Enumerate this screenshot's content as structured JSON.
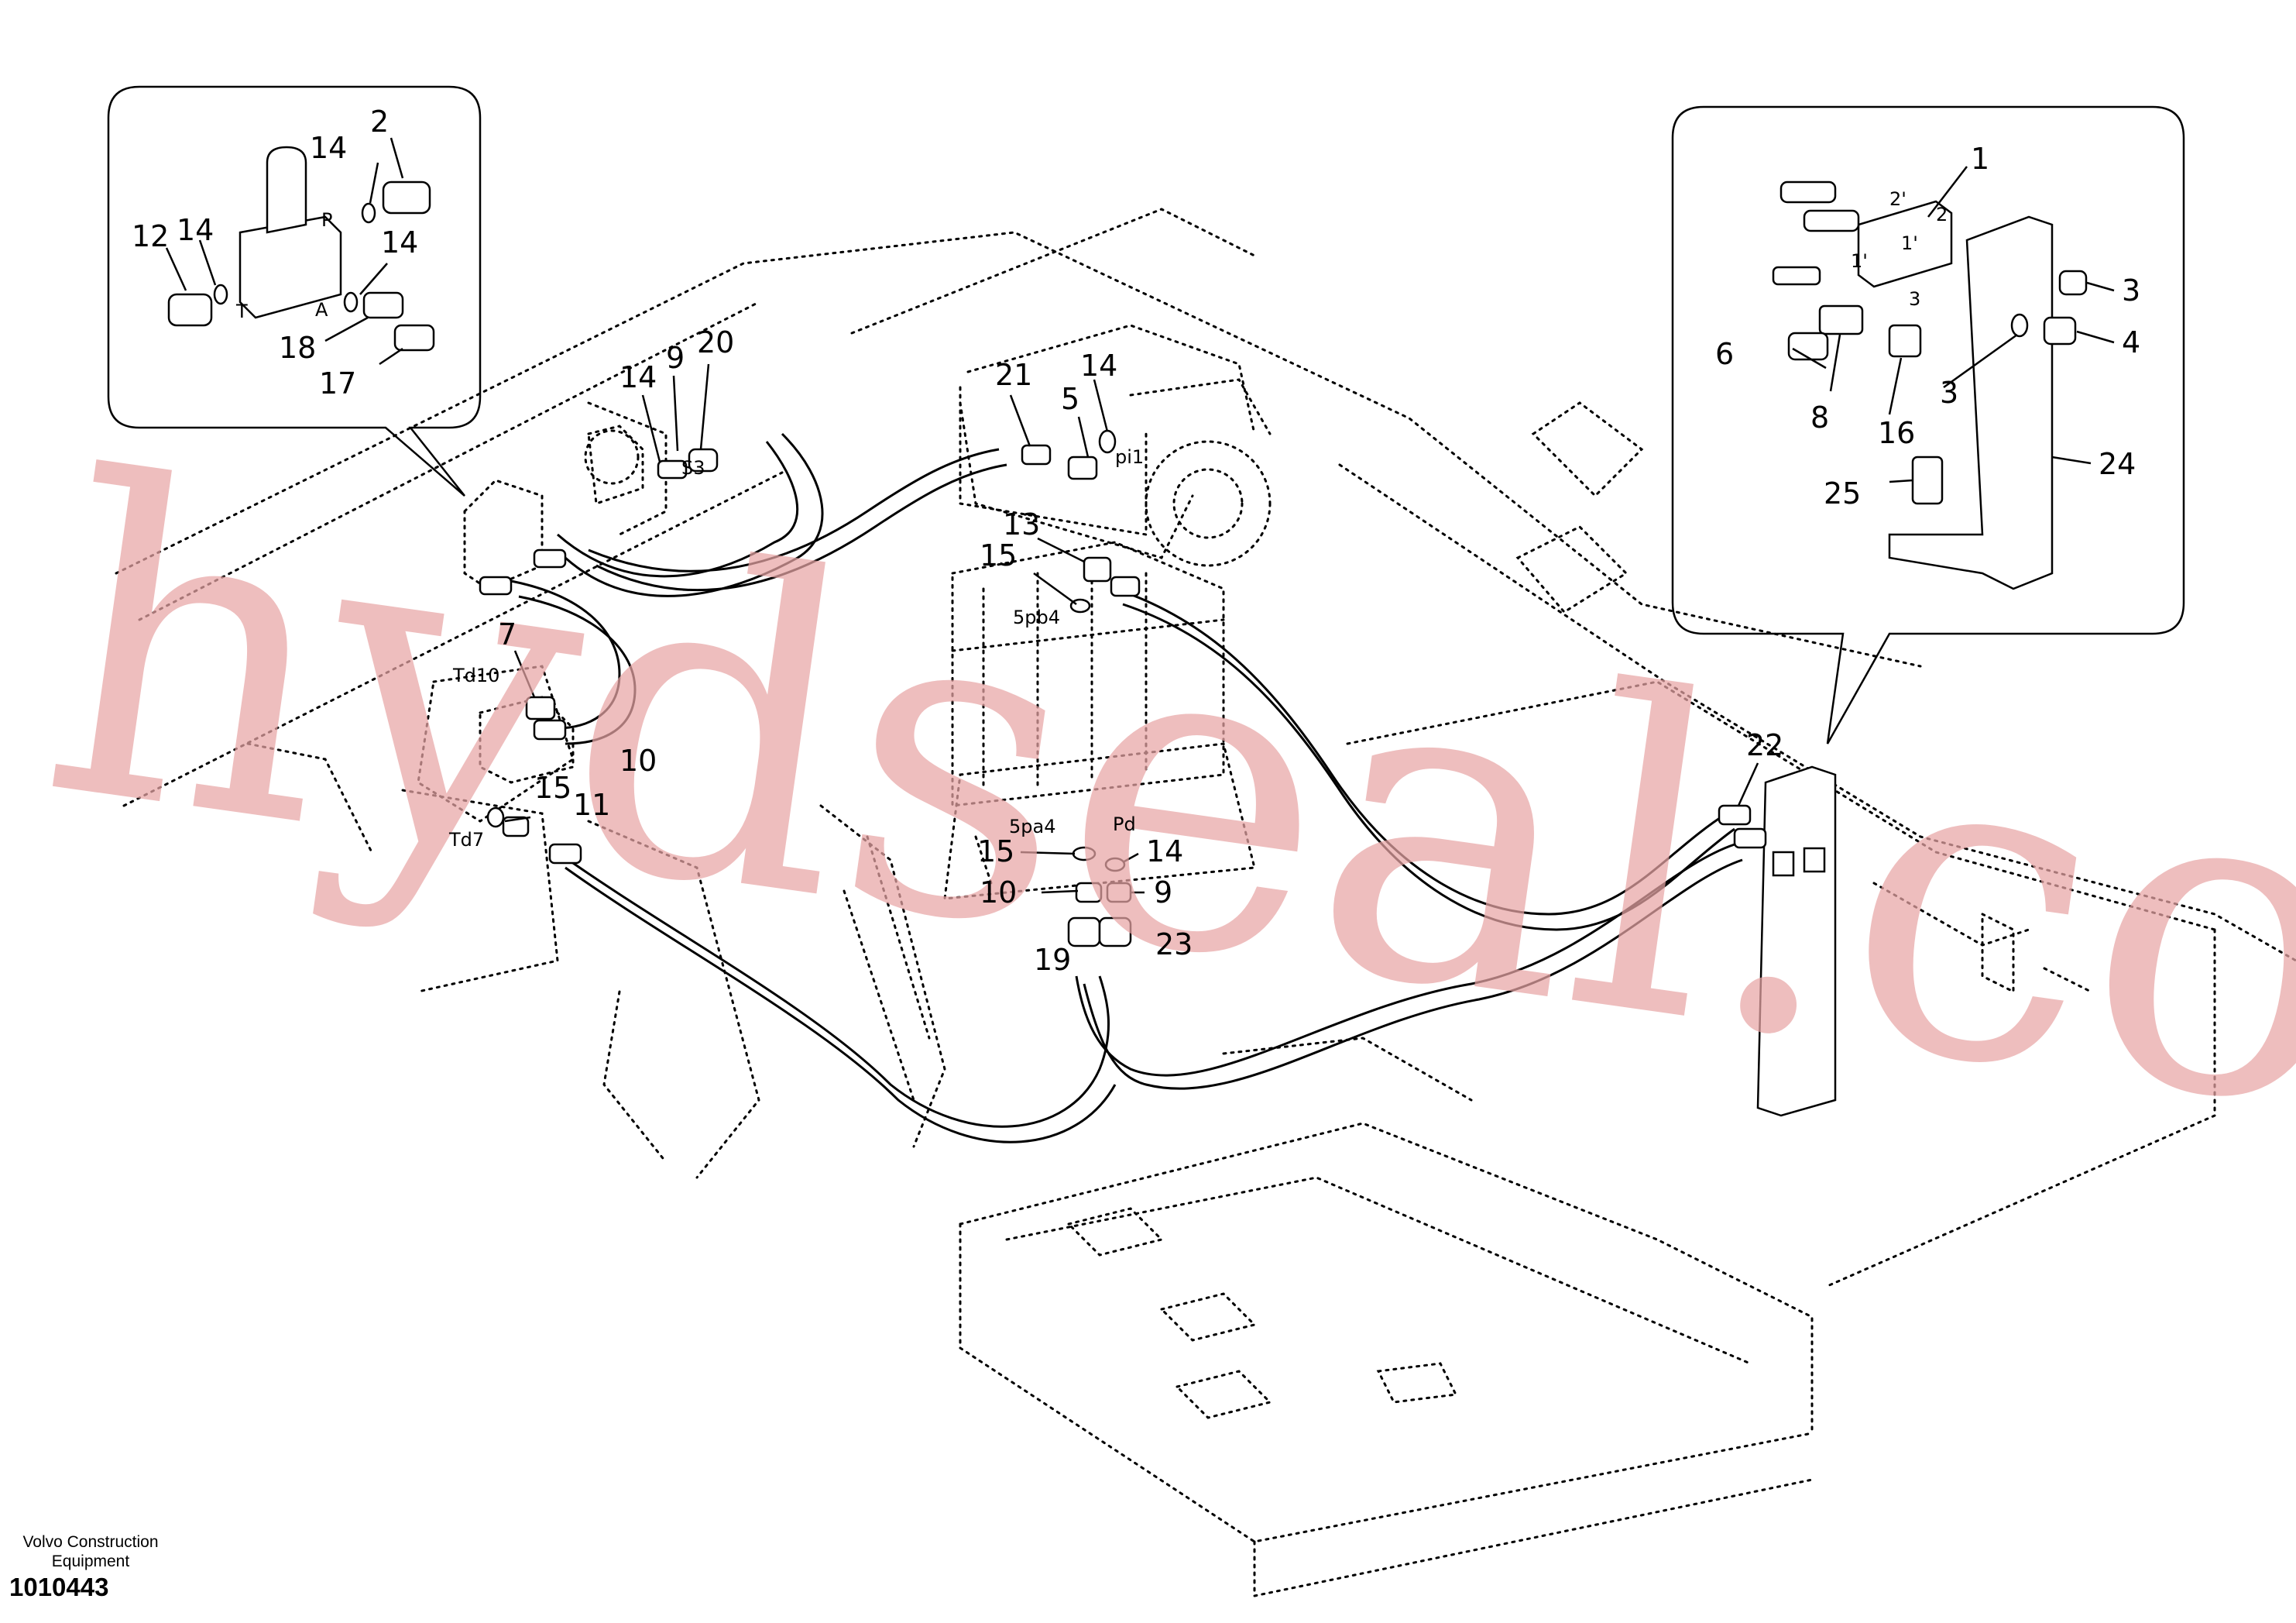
{
  "watermark": "hydseal.com",
  "footer": {
    "brand": "Volvo Construction Equipment",
    "doc_number": "1010443"
  },
  "left_callout": {
    "part_numbers": [
      "2",
      "14",
      "14",
      "12",
      "14",
      "18",
      "17"
    ],
    "port_labels": [
      "P",
      "T",
      "A"
    ]
  },
  "right_callout": {
    "part_numbers": [
      "1",
      "2'",
      "2",
      "1'",
      "1'",
      "3",
      "3",
      "6",
      "8",
      "16",
      "3",
      "4",
      "25",
      "24"
    ]
  },
  "main": {
    "part_numbers": [
      "14",
      "9",
      "20",
      "21",
      "14",
      "5",
      "13",
      "15",
      "7",
      "10",
      "15",
      "11",
      "15",
      "14",
      "10",
      "9",
      "19",
      "23",
      "22"
    ],
    "port_labels": [
      "S3",
      "pi1",
      "5pb4",
      "Td10",
      "Td7",
      "5pa4",
      "Pd"
    ]
  }
}
